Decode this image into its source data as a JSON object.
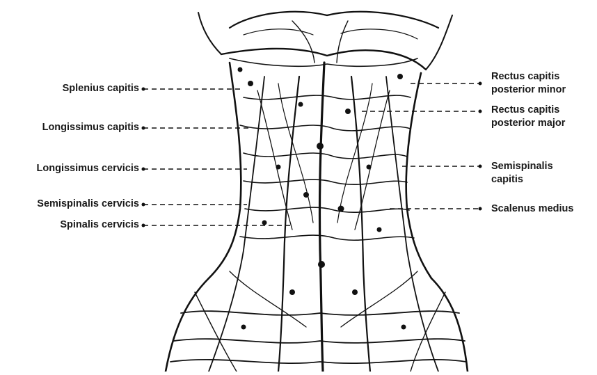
{
  "labels_left": [
    {
      "id": "splenius-capitis",
      "text": "Splenius capitis"
    },
    {
      "id": "longissimus-capitis",
      "text": "Longissimus capitis"
    },
    {
      "id": "longissimus-cervicis",
      "text": "Longissimus cervicis"
    },
    {
      "id": "semispinalis-cervicis",
      "text": "Semispinalis cervicis"
    },
    {
      "id": "spinalis-cervicis",
      "text": "Spinalis cervicis"
    }
  ],
  "labels_right": [
    {
      "id": "rectus-capitis-posterior-minor",
      "line1": "Rectus capitis",
      "line2": "posterior minor"
    },
    {
      "id": "rectus-capitis-posterior-major",
      "line1": "Rectus capitis",
      "line2": "posterior major"
    },
    {
      "id": "semispinalis-capitis",
      "line1": "Semispinalis",
      "line2": "capitis"
    },
    {
      "id": "scalenus-medius",
      "line1": "Scalenus medius",
      "line2": ""
    }
  ]
}
